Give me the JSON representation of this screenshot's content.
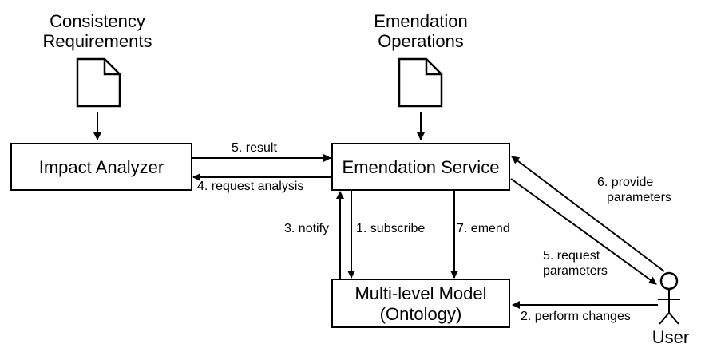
{
  "inputs": {
    "consistency_line1": "Consistency",
    "consistency_line2": "Requirements",
    "emendation_ops_line1": "Emendation",
    "emendation_ops_line2": "Operations"
  },
  "boxes": {
    "impact_analyzer": "Impact Analyzer",
    "emendation_service": "Emendation Service",
    "model_line1": "Multi-level Model",
    "model_line2": "(Ontology)"
  },
  "actor": {
    "label": "User"
  },
  "edges": {
    "result": "5. result",
    "request_analysis": "4. request analysis",
    "notify": "3. notify",
    "subscribe": "1. subscribe",
    "emend": "7. emend",
    "provide_params_line1": "6. provide",
    "provide_params_line2": "parameters",
    "request_params_line1": "5. request",
    "request_params_line2": "parameters",
    "perform_changes": "2. perform changes"
  }
}
